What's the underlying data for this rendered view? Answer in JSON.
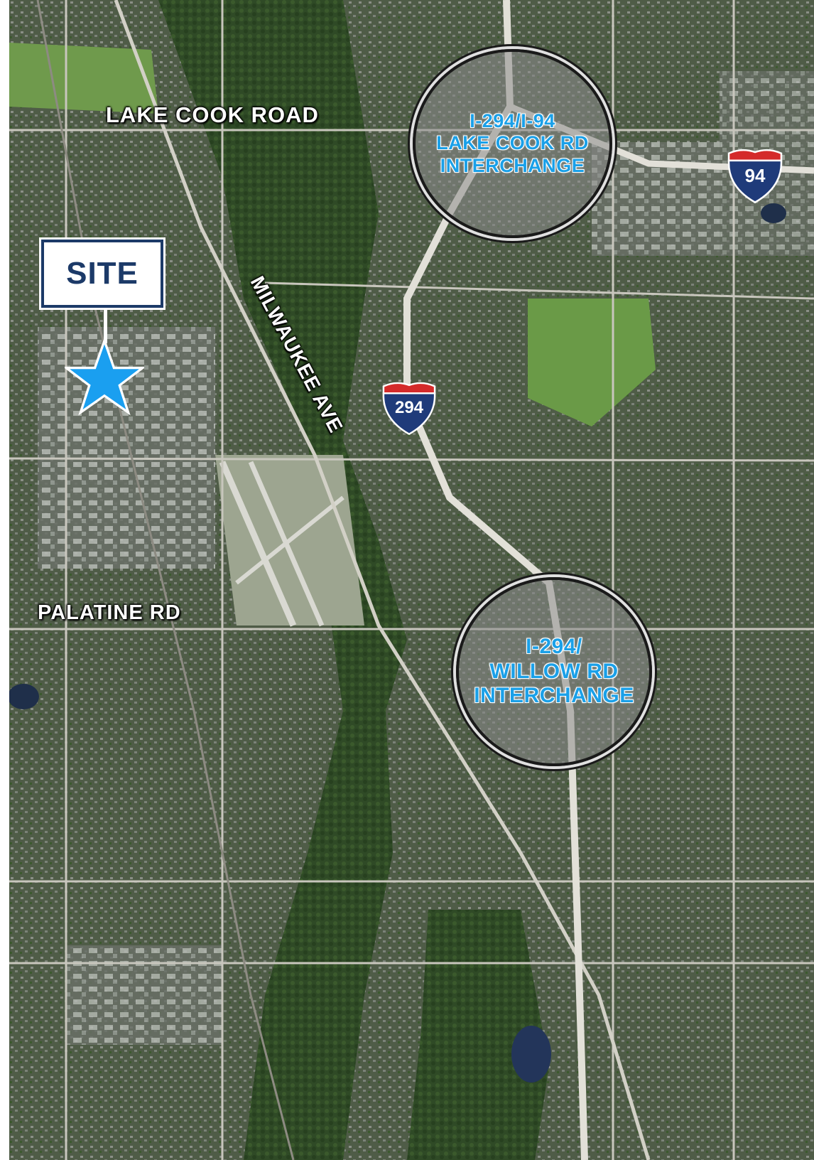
{
  "map": {
    "site_label": "SITE",
    "roads": {
      "lake_cook": "LAKE COOK ROAD",
      "milwaukee": "MILWAUKEE AVE",
      "palatine": "PALATINE RD"
    },
    "interchanges": {
      "north": {
        "lines": [
          "I-294/I-94",
          "LAKE COOK RD",
          "INTERCHANGE"
        ]
      },
      "south": {
        "lines": [
          "I-294/",
          "WILLOW RD",
          "INTERCHANGE"
        ]
      }
    },
    "shields": {
      "i94": "94",
      "i294": "294"
    },
    "colors": {
      "site_navy": "#1c3a68",
      "site_star": "#1a9ff0",
      "interchange_text": "#1aa0e8",
      "shield_blue": "#1f3b7a",
      "shield_red": "#d42a2a"
    },
    "icons": {
      "site_marker": "star-icon",
      "interstate": "interstate-shield-icon"
    }
  }
}
